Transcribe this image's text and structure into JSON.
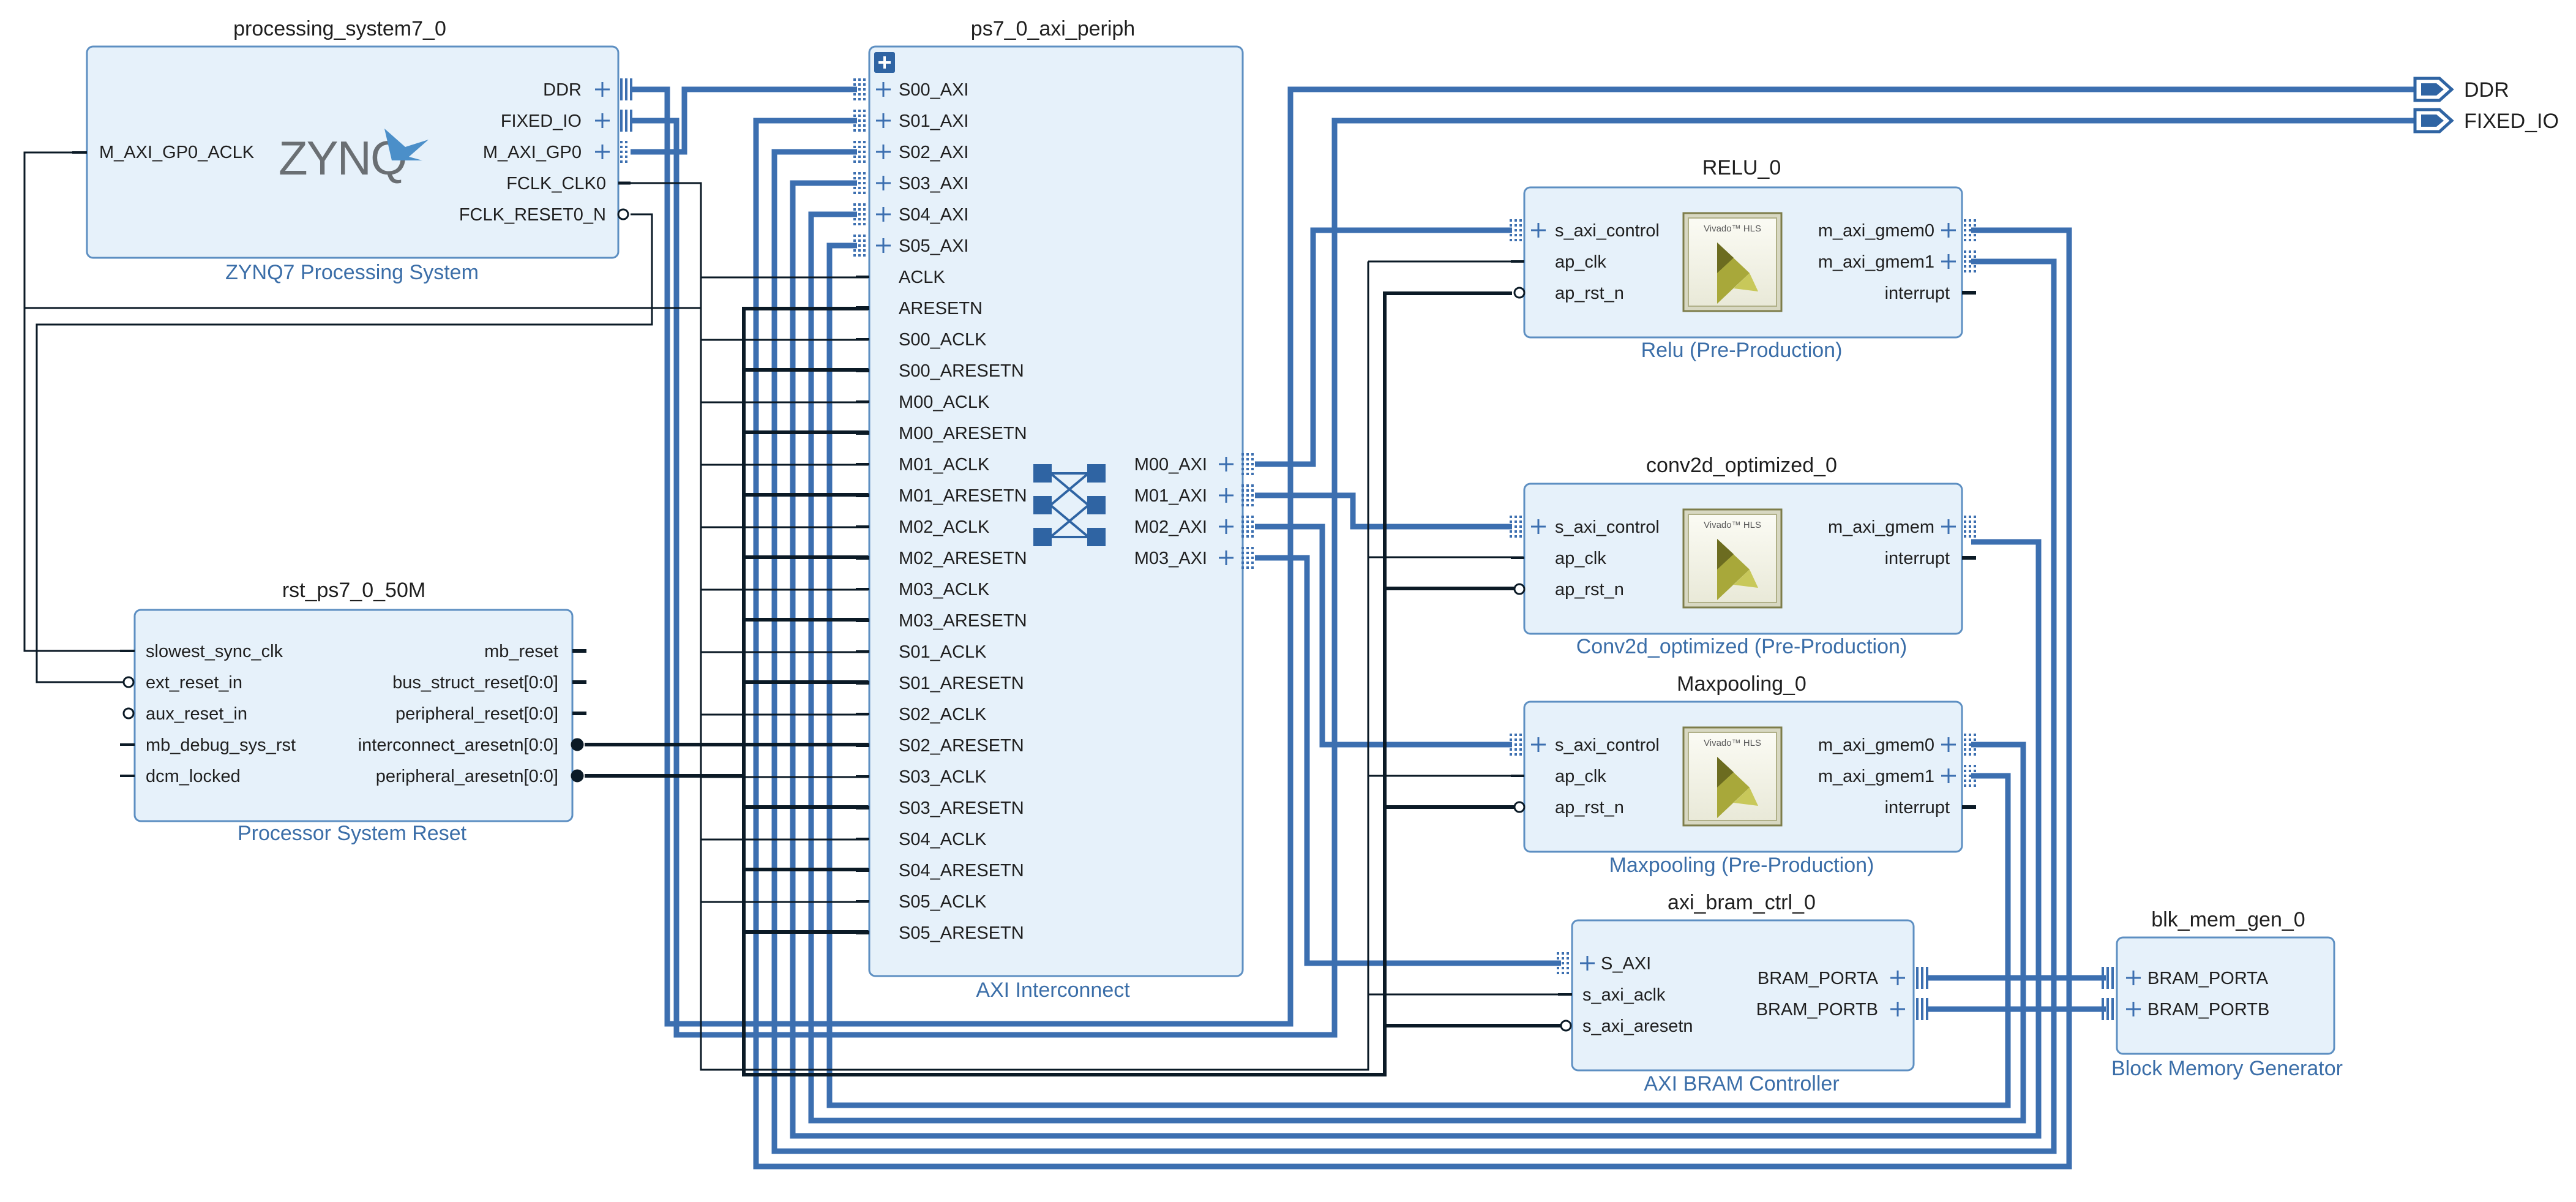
{
  "colors": {
    "block_fill": "#e6f1fa",
    "block_stroke": "#5d8fc2",
    "bus": "#3c6fb0",
    "wire": "#0b1a26",
    "title": "#1f1f1f",
    "subtitle": "#3b6ea8"
  },
  "blocks": {
    "zynq": {
      "name": "processing_system7_0",
      "subtitle": "ZYNQ7 Processing System",
      "logo": "ZYNQ",
      "left_ports": [
        "M_AXI_GP0_ACLK"
      ],
      "right_ports": [
        "DDR",
        "FIXED_IO",
        "M_AXI_GP0",
        "FCLK_CLK0",
        "FCLK_RESET0_N"
      ]
    },
    "interconnect": {
      "name": "ps7_0_axi_periph",
      "subtitle": "AXI Interconnect",
      "expand_icon": "plus-square-icon",
      "left_ports": [
        "S00_AXI",
        "S01_AXI",
        "S02_AXI",
        "S03_AXI",
        "S04_AXI",
        "S05_AXI",
        "ACLK",
        "ARESETN",
        "S00_ACLK",
        "S00_ARESETN",
        "M00_ACLK",
        "M00_ARESETN",
        "M01_ACLK",
        "M01_ARESETN",
        "M02_ACLK",
        "M02_ARESETN",
        "M03_ACLK",
        "M03_ARESETN",
        "S01_ACLK",
        "S01_ARESETN",
        "S02_ACLK",
        "S02_ARESETN",
        "S03_ACLK",
        "S03_ARESETN",
        "S04_ACLK",
        "S04_ARESETN",
        "S05_ACLK",
        "S05_ARESETN"
      ],
      "right_ports": [
        "M00_AXI",
        "M01_AXI",
        "M02_AXI",
        "M03_AXI"
      ]
    },
    "rst": {
      "name": "rst_ps7_0_50M",
      "subtitle": "Processor System Reset",
      "left_ports": [
        "slowest_sync_clk",
        "ext_reset_in",
        "aux_reset_in",
        "mb_debug_sys_rst",
        "dcm_locked"
      ],
      "right_ports": [
        "mb_reset",
        "bus_struct_reset[0:0]",
        "peripheral_reset[0:0]",
        "interconnect_aresetn[0:0]",
        "peripheral_aresetn[0:0]"
      ]
    },
    "relu": {
      "name": "RELU_0",
      "subtitle": "Relu (Pre-Production)",
      "logo": "Vivado™ HLS",
      "left_ports": [
        "s_axi_control",
        "ap_clk",
        "ap_rst_n"
      ],
      "right_ports": [
        "m_axi_gmem0",
        "m_axi_gmem1",
        "interrupt"
      ]
    },
    "conv": {
      "name": "conv2d_optimized_0",
      "subtitle": "Conv2d_optimized (Pre-Production)",
      "logo": "Vivado™ HLS",
      "left_ports": [
        "s_axi_control",
        "ap_clk",
        "ap_rst_n"
      ],
      "right_ports": [
        "m_axi_gmem",
        "interrupt"
      ]
    },
    "maxpool": {
      "name": "Maxpooling_0",
      "subtitle": "Maxpooling (Pre-Production)",
      "logo": "Vivado™ HLS",
      "left_ports": [
        "s_axi_control",
        "ap_clk",
        "ap_rst_n"
      ],
      "right_ports": [
        "m_axi_gmem0",
        "m_axi_gmem1",
        "interrupt"
      ]
    },
    "bramctrl": {
      "name": "axi_bram_ctrl_0",
      "subtitle": "AXI BRAM Controller",
      "left_ports": [
        "S_AXI",
        "s_axi_aclk",
        "s_axi_aresetn"
      ],
      "right_ports": [
        "BRAM_PORTA",
        "BRAM_PORTB"
      ]
    },
    "blkmem": {
      "name": "blk_mem_gen_0",
      "subtitle": "Block Memory Generator",
      "left_ports": [
        "BRAM_PORTA",
        "BRAM_PORTB"
      ]
    }
  },
  "external_ports": [
    "DDR",
    "FIXED_IO"
  ]
}
